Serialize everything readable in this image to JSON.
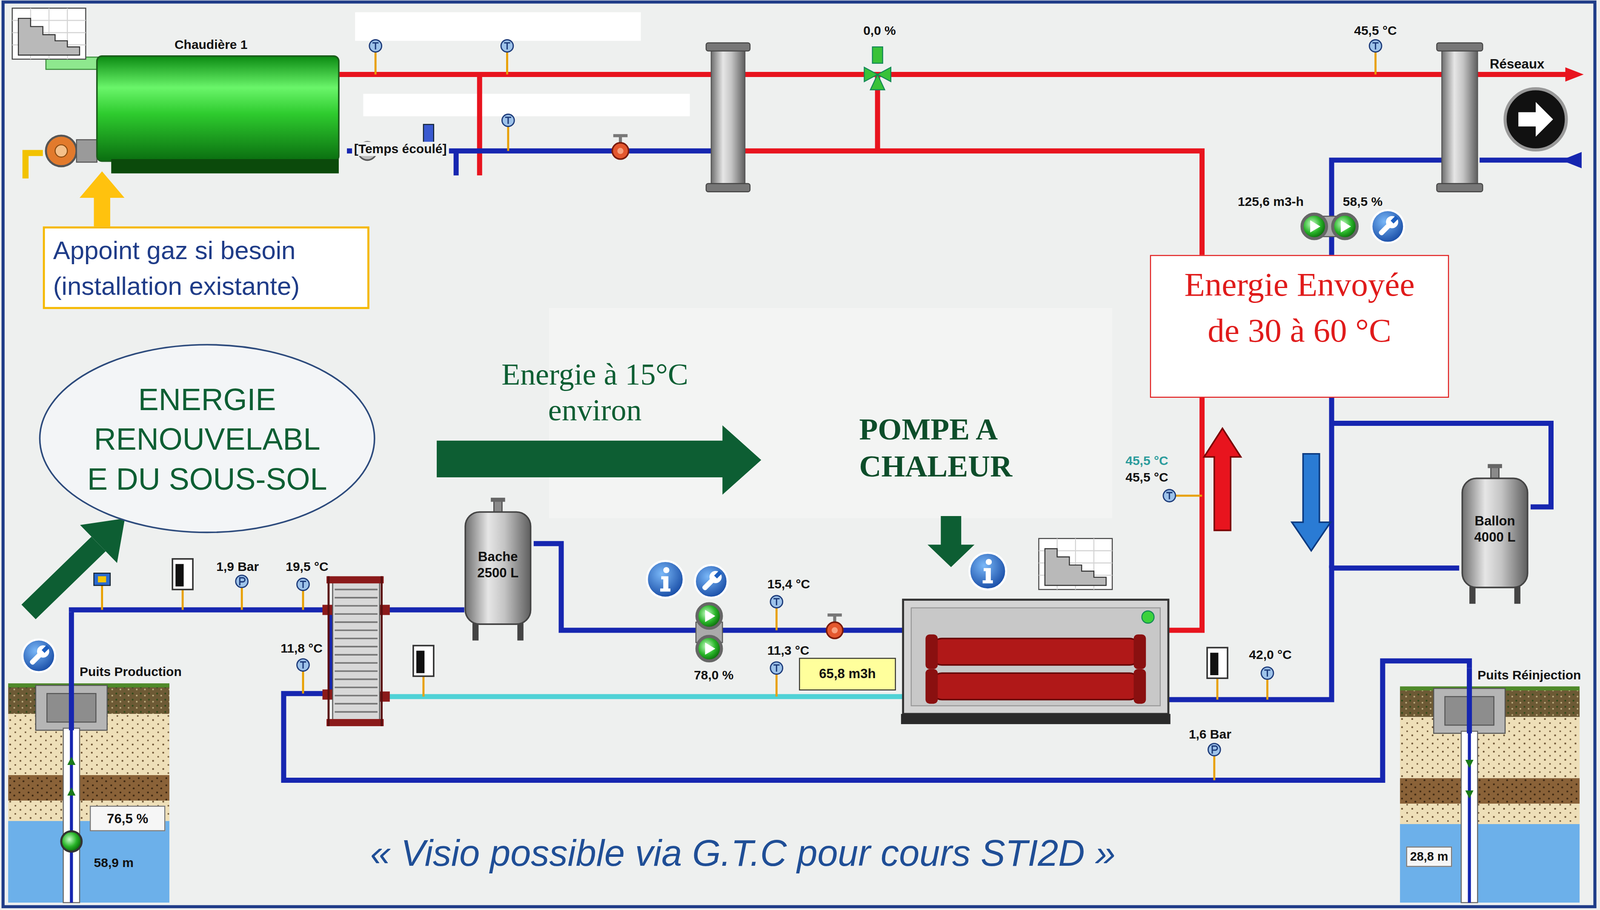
{
  "diagram": {
    "caption": "« Visio possible via G.T.C pour cours STI2D »",
    "nodes": [
      {
        "text": [
          "Chaudière 1"
        ]
      },
      {
        "text": [
          "Appoint gaz si besoin (installation existante)"
        ]
      },
      {
        "text": [
          "Energie Envoyée de 30 à 60 °C"
        ]
      },
      {
        "text": [
          "ENERGIE RENOUVELABL E DU SOUS-SOL"
        ]
      },
      {
        "text": [
          "POMPE A CHALEUR"
        ]
      },
      {
        "text": [
          "Bache 2500 L"
        ]
      },
      {
        "text": [
          "65,8 m3h"
        ]
      },
      {
        "text": [
          "Ballon 4000 L"
        ]
      },
      {
        "text": [
          "Puits Production"
        ]
      },
      {
        "text": [
          "76,5 %"
        ],
        "in": 8
      },
      {
        "text": [
          "Puits Réinjection"
        ]
      },
      {
        "text": [
          "28,8 m"
        ],
        "in": 10
      }
    ],
    "edges": [
      {
        "from": 8,
        "to": 3,
        "arrow": "to"
      },
      {
        "from": 1,
        "to": 0,
        "arrow": "to"
      },
      {
        "from": 8,
        "to": 10,
        "arrow": "none"
      },
      {
        "from": 5,
        "to": 4,
        "arrow": "none"
      },
      {
        "from": 4,
        "to": 7,
        "arrow": "none"
      }
    ],
    "labels": [
      "0,0 %",
      "45,5 °C",
      "Réseaux",
      "[Temps écoulé]",
      "125,6 m3-h",
      "58,5 %",
      "Energie à 15°C environ",
      "45,5 °C",
      "45,5 °C",
      "1,9 Bar",
      "19,5 °C",
      "15,4 °C",
      "11,8 °C",
      "11,3 °C",
      "42,0 °C",
      "78,0 %",
      "1,6 Bar",
      "58,9 m"
    ]
  }
}
